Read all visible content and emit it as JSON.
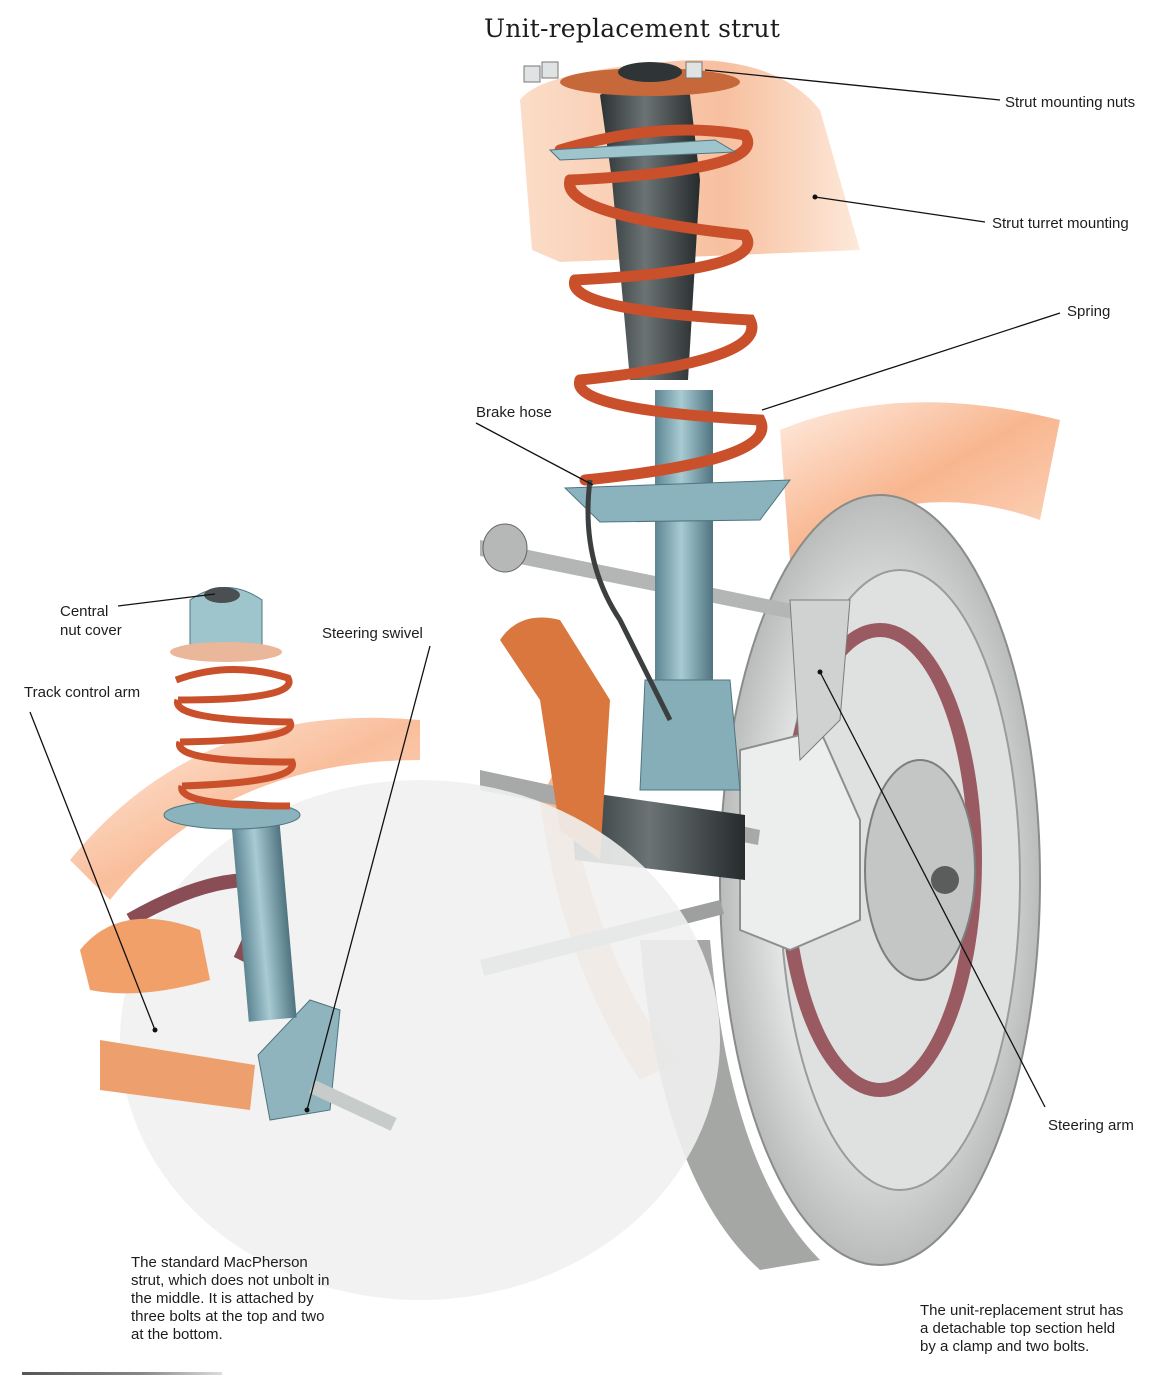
{
  "title": "Unit-replacement strut",
  "labels": {
    "strut_mounting_nuts": "Strut mounting nuts",
    "strut_turret_mounting": "Strut turret mounting",
    "spring": "Spring",
    "brake_hose": "Brake hose",
    "steering_arm": "Steering arm",
    "central_nut_cover_1": "Central",
    "central_nut_cover_2": "nut cover",
    "steering_swivel": "Steering swivel",
    "track_control_arm": "Track control arm"
  },
  "captions": {
    "standard": [
      "The standard MacPherson",
      "strut, which does not unbolt in",
      "the middle. It is attached by",
      "three bolts at the top and two",
      "at the bottom."
    ],
    "unit_replacement": [
      "The unit-replacement strut has",
      "a detachable top section held",
      "by a clamp and two bolts."
    ]
  },
  "colors": {
    "spring": "#c9502a",
    "body_panel": "#f4b48c",
    "strut_metal": "#7fa6b0",
    "rubber_boot": "#3d4446",
    "tyre": "#c8c9c6",
    "disc": "#9a5a62"
  }
}
